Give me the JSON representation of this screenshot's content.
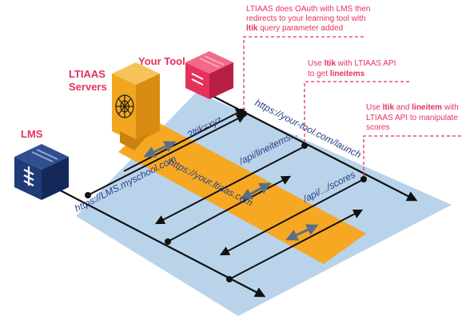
{
  "nodes": {
    "lms": {
      "title": "LMS",
      "url": "https://LMS.myschool.com"
    },
    "ltiaas": {
      "title_line1": "LTIAAS",
      "title_line2": "Servers",
      "url": "https://your.ltiaas.com"
    },
    "tool": {
      "title": "Your Tool",
      "url": "https://your-tool.com/launch"
    }
  },
  "calls": {
    "ltik": "?ltik=xyz...",
    "lineitems": "/api/lineitems...",
    "scores": "/api/.../scores"
  },
  "notes": {
    "note1": {
      "line1": "LTIAAS does OAuth with LMS then",
      "line2": "redirects to your learning tool with",
      "bold": "ltik",
      "line3_rest": " query parameter added"
    },
    "note2": {
      "pre": "Use ",
      "bold1": "ltik",
      "mid": " with LTIAAS API",
      "line2_pre": "to get ",
      "bold2": "lineitems"
    },
    "note3": {
      "pre": "Use ",
      "bold1": "ltik",
      "mid": " and ",
      "bold2": "lineitem",
      "post": " with",
      "line2": "LTIAAS API to manipulate",
      "line3": "scores"
    }
  },
  "colors": {
    "plane": "#b9d3ea",
    "band": "#f7a823",
    "accent": "#e5315c",
    "navy": "#1f3b78",
    "server": "#f2a51f",
    "tool": "#e5315c"
  }
}
